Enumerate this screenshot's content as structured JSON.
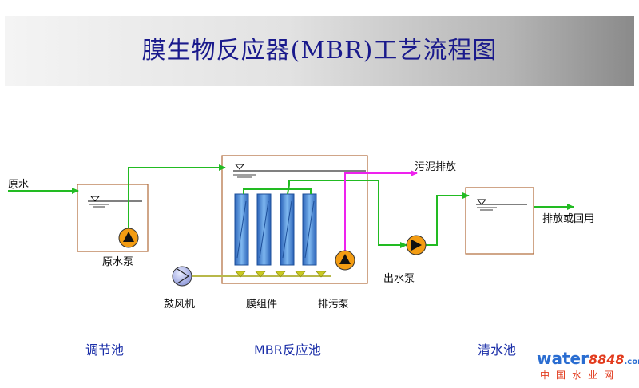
{
  "title": "膜生物反应器(MBR)工艺流程图",
  "labels": {
    "raw_water": "原水",
    "raw_water_pump": "原水泵",
    "blower": "鼓风机",
    "membrane_module": "膜组件",
    "sludge_pump": "排污泵",
    "sludge_discharge": "污泥排放",
    "outlet_pump": "出水泵",
    "discharge_reuse": "排放或回用"
  },
  "sections": {
    "equalization_tank": "调节池",
    "mbr_tank": "MBR反应池",
    "clear_water_tank": "清水池"
  },
  "logo": {
    "brand": "water",
    "number": "8848",
    "dotcom": ".com",
    "subtitle": "中国水业网"
  },
  "colors": {
    "title": "#1a1a8c",
    "tank_border": "#b06a3a",
    "water_line": "#22bb22",
    "sludge_line": "#ee22ee",
    "air_line": "#b8b84a",
    "pump": "#f39c12",
    "membrane": "#3b7fd6",
    "section_label": "#1a2ea8"
  }
}
